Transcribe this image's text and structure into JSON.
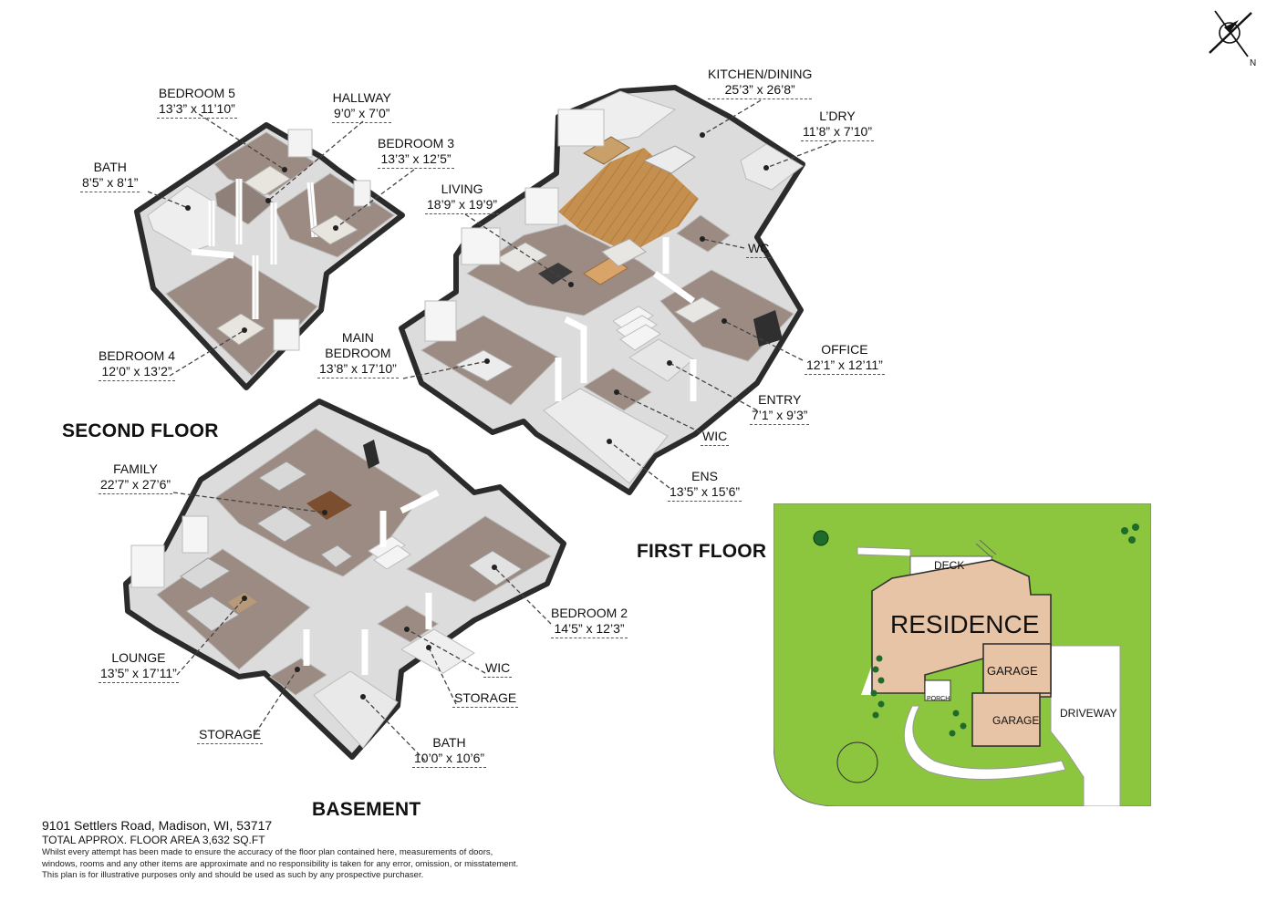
{
  "floors": {
    "second": "SECOND FLOOR",
    "first": "FIRST FLOOR",
    "basement": "BASEMENT"
  },
  "rooms": {
    "bedroom5": {
      "name": "BEDROOM 5",
      "dims": "13’3” x 11’10”"
    },
    "hallway": {
      "name": "HALLWAY",
      "dims": "9’0” x 7’0”"
    },
    "bedroom3": {
      "name": "BEDROOM 3",
      "dims": "13’3” x 12’5”"
    },
    "bath_upper": {
      "name": "BATH",
      "dims": "8’5” x 8’1”"
    },
    "bedroom4": {
      "name": "BEDROOM 4",
      "dims": "12’0” x 13’2”"
    },
    "kitchen": {
      "name": "KITCHEN/DINING",
      "dims": "25’3” x 26’8”"
    },
    "laundry": {
      "name": "L’DRY",
      "dims": "11’8” x 7’10”"
    },
    "living": {
      "name": "LIVING",
      "dims": "18’9” x 19’9”"
    },
    "wc": {
      "name": "WC"
    },
    "main_bedroom": {
      "name_line1": "MAIN",
      "name_line2": "BEDROOM",
      "dims": "13’8” x 17’10”"
    },
    "office": {
      "name": "OFFICE",
      "dims": "12’1” x 12’11”"
    },
    "entry": {
      "name": "ENTRY",
      "dims": "7’1” x 9’3”"
    },
    "wic_first": {
      "name": "WIC"
    },
    "ens": {
      "name": "ENS",
      "dims": "13’5” x 15’6”"
    },
    "family": {
      "name": "FAMILY",
      "dims": "22’7” x 27’6”"
    },
    "bedroom2": {
      "name": "BEDROOM 2",
      "dims": "14’5” x 12’3”"
    },
    "lounge": {
      "name": "LOUNGE",
      "dims": "13’5” x 17’11”"
    },
    "wic_base": {
      "name": "WIC"
    },
    "storage_right": {
      "name": "STORAGE"
    },
    "storage_left": {
      "name": "STORAGE"
    },
    "bath_base": {
      "name": "BATH",
      "dims": "10’0” x 10’6”"
    }
  },
  "compass": {
    "label": "N"
  },
  "site_plan": {
    "residence": "RESIDENCE",
    "deck": "DECK",
    "garage1": "GARAGE",
    "garage2": "GARAGE",
    "porch": "PORCH",
    "driveway": "DRIVEWAY"
  },
  "colors": {
    "lawn": "#8cc63f",
    "residence": "#e8c4a6",
    "floor_brown": "#9c8b82",
    "wood": "#c08a4a",
    "wall_dark": "#2b2b2b"
  },
  "footer": {
    "address": "9101 Settlers Road, Madison, WI, 53717",
    "area": "TOTAL APPROX. FLOOR AREA 3,632 SQ.FT",
    "disclaimer1": "Whilst every attempt has been made to ensure the accuracy of the floor plan contained here, measurements of doors,",
    "disclaimer2": "windows, rooms and any other items are approximate and no responsibility is taken for any error, omission, or misstatement.",
    "disclaimer3": "This plan is for illustrative purposes only and should be used as such by any prospective purchaser."
  }
}
